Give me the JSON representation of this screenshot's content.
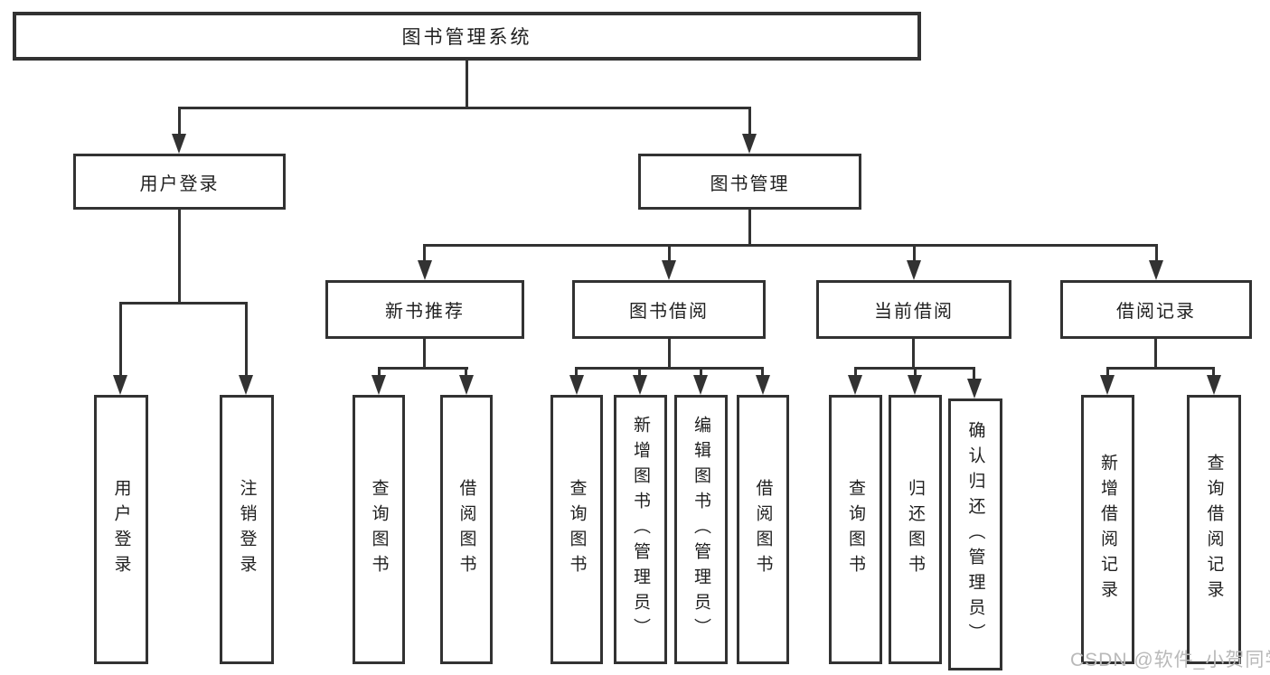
{
  "diagram": {
    "root": {
      "label": "图书管理系统"
    },
    "branches": [
      {
        "label": "用户登录",
        "children": [
          {
            "label": "用户登录"
          },
          {
            "label": "注销登录"
          }
        ]
      },
      {
        "label": "图书管理",
        "children": [
          {
            "label": "新书推荐",
            "children": [
              {
                "label": "查询图书"
              },
              {
                "label": "借阅图书"
              }
            ]
          },
          {
            "label": "图书借阅",
            "children": [
              {
                "label": "查询图书"
              },
              {
                "label": "新增图书（管理员）"
              },
              {
                "label": "编辑图书（管理员）"
              },
              {
                "label": "借阅图书"
              }
            ]
          },
          {
            "label": "当前借阅",
            "children": [
              {
                "label": "查询图书"
              },
              {
                "label": "归还图书"
              },
              {
                "label": "确认归还（管理员）"
              }
            ]
          },
          {
            "label": "借阅记录",
            "children": [
              {
                "label": "新增借阅记录"
              },
              {
                "label": "查询借阅记录"
              }
            ]
          }
        ]
      }
    ]
  },
  "watermark": {
    "text": "CSDN @软件_小贺同学"
  },
  "colors": {
    "line": "#323232",
    "text": "#1f1f1f",
    "watermark": "#b9b9b9",
    "background": "#ffffff"
  }
}
